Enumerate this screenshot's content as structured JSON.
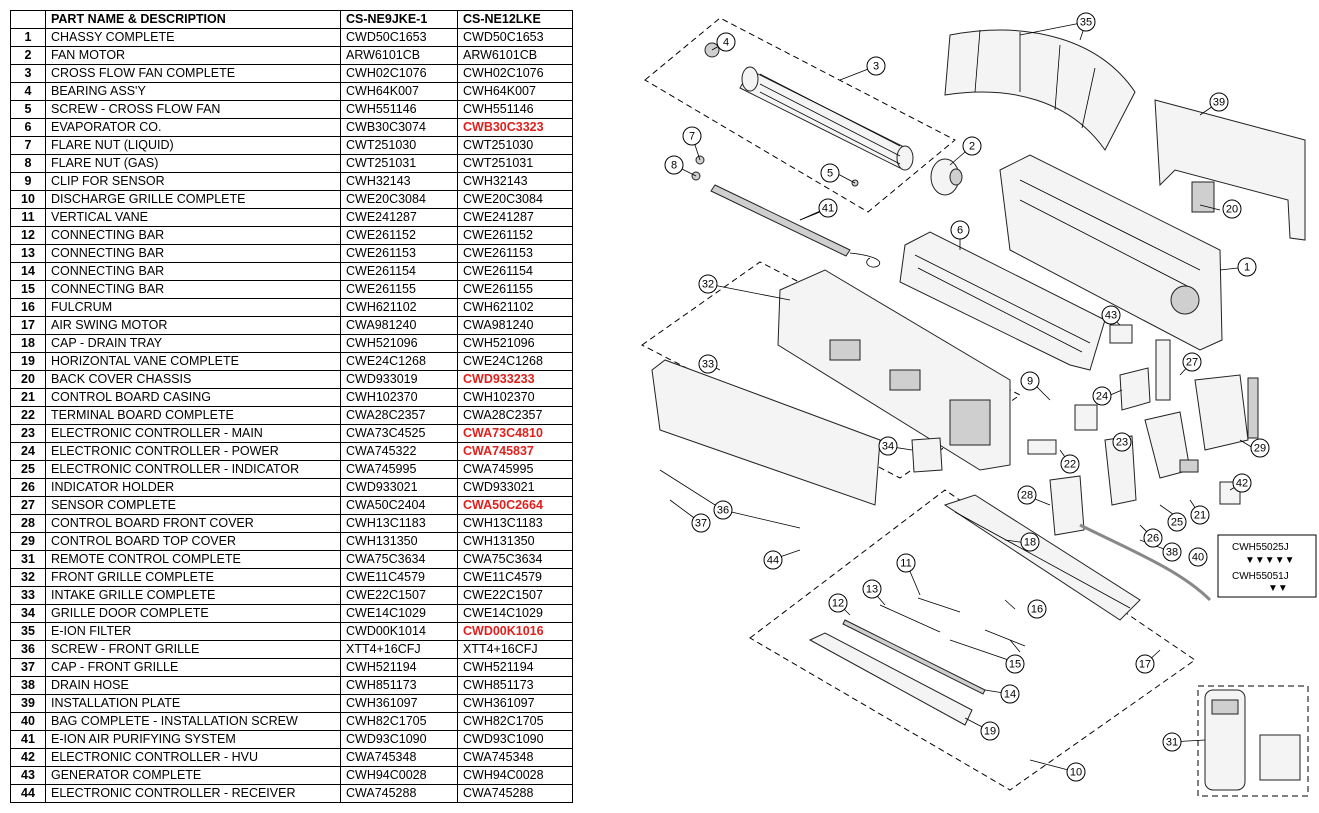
{
  "table": {
    "headers": [
      "",
      "PART NAME & DESCRIPTION",
      "CS-NE9JKE-1",
      "CS-NE12LKE"
    ],
    "rows": [
      {
        "no": "1",
        "name": "CHASSY COMPLETE",
        "a": "CWD50C1653",
        "b": "CWD50C1653",
        "changed": false
      },
      {
        "no": "2",
        "name": "FAN MOTOR",
        "a": "ARW6101CB",
        "b": "ARW6101CB",
        "changed": false
      },
      {
        "no": "3",
        "name": "CROSS FLOW FAN COMPLETE",
        "a": "CWH02C1076",
        "b": "CWH02C1076",
        "changed": false
      },
      {
        "no": "4",
        "name": "BEARING ASS'Y",
        "a": "CWH64K007",
        "b": "CWH64K007",
        "changed": false
      },
      {
        "no": "5",
        "name": "SCREW - CROSS FLOW FAN",
        "a": "CWH551146",
        "b": "CWH551146",
        "changed": false
      },
      {
        "no": "6",
        "name": "EVAPORATOR CO.",
        "a": "CWB30C3074",
        "b": "CWB30C3323",
        "changed": true
      },
      {
        "no": "7",
        "name": "FLARE NUT (LIQUID)",
        "a": "CWT251030",
        "b": "CWT251030",
        "changed": false
      },
      {
        "no": "8",
        "name": "FLARE NUT (GAS)",
        "a": "CWT251031",
        "b": "CWT251031",
        "changed": false
      },
      {
        "no": "9",
        "name": "CLIP FOR SENSOR",
        "a": "CWH32143",
        "b": "CWH32143",
        "changed": false
      },
      {
        "no": "10",
        "name": "DISCHARGE GRILLE COMPLETE",
        "a": "CWE20C3084",
        "b": "CWE20C3084",
        "changed": false
      },
      {
        "no": "11",
        "name": "VERTICAL VANE",
        "a": "CWE241287",
        "b": "CWE241287",
        "changed": false
      },
      {
        "no": "12",
        "name": "CONNECTING BAR",
        "a": "CWE261152",
        "b": "CWE261152",
        "changed": false
      },
      {
        "no": "13",
        "name": "CONNECTING BAR",
        "a": "CWE261153",
        "b": "CWE261153",
        "changed": false
      },
      {
        "no": "14",
        "name": "CONNECTING BAR",
        "a": "CWE261154",
        "b": "CWE261154",
        "changed": false
      },
      {
        "no": "15",
        "name": "CONNECTING BAR",
        "a": "CWE261155",
        "b": "CWE261155",
        "changed": false
      },
      {
        "no": "16",
        "name": "FULCRUM",
        "a": "CWH621102",
        "b": "CWH621102",
        "changed": false
      },
      {
        "no": "17",
        "name": "AIR SWING MOTOR",
        "a": "CWA981240",
        "b": "CWA981240",
        "changed": false
      },
      {
        "no": "18",
        "name": "CAP - DRAIN TRAY",
        "a": "CWH521096",
        "b": "CWH521096",
        "changed": false
      },
      {
        "no": "19",
        "name": "HORIZONTAL VANE COMPLETE",
        "a": "CWE24C1268",
        "b": "CWE24C1268",
        "changed": false
      },
      {
        "no": "20",
        "name": "BACK COVER CHASSIS",
        "a": "CWD933019",
        "b": "CWD933233",
        "changed": true
      },
      {
        "no": "21",
        "name": "CONTROL BOARD CASING",
        "a": "CWH102370",
        "b": "CWH102370",
        "changed": false
      },
      {
        "no": "22",
        "name": "TERMINAL BOARD COMPLETE",
        "a": "CWA28C2357",
        "b": "CWA28C2357",
        "changed": false
      },
      {
        "no": "23",
        "name": "ELECTRONIC CONTROLLER - MAIN",
        "a": "CWA73C4525",
        "b": "CWA73C4810",
        "changed": true
      },
      {
        "no": "24",
        "name": "ELECTRONIC CONTROLLER - POWER",
        "a": "CWA745322",
        "b": "CWA745837",
        "changed": true
      },
      {
        "no": "25",
        "name": "ELECTRONIC CONTROLLER - INDICATOR",
        "a": "CWA745995",
        "b": "CWA745995",
        "changed": false
      },
      {
        "no": "26",
        "name": "INDICATOR HOLDER",
        "a": "CWD933021",
        "b": "CWD933021",
        "changed": false
      },
      {
        "no": "27",
        "name": "SENSOR COMPLETE",
        "a": "CWA50C2404",
        "b": "CWA50C2664",
        "changed": true
      },
      {
        "no": "28",
        "name": "CONTROL BOARD FRONT COVER",
        "a": "CWH13C1183",
        "b": "CWH13C1183",
        "changed": false
      },
      {
        "no": "29",
        "name": "CONTROL BOARD TOP COVER",
        "a": "CWH131350",
        "b": "CWH131350",
        "changed": false
      },
      {
        "no": "31",
        "name": "REMOTE CONTROL COMPLETE",
        "a": "CWA75C3634",
        "b": "CWA75C3634",
        "changed": false
      },
      {
        "no": "32",
        "name": "FRONT GRILLE COMPLETE",
        "a": "CWE11C4579",
        "b": "CWE11C4579",
        "changed": false
      },
      {
        "no": "33",
        "name": "INTAKE GRILLE COMPLETE",
        "a": "CWE22C1507",
        "b": "CWE22C1507",
        "changed": false
      },
      {
        "no": "34",
        "name": "GRILLE DOOR COMPLETE",
        "a": "CWE14C1029",
        "b": "CWE14C1029",
        "changed": false
      },
      {
        "no": "35",
        "name": "E-ION FILTER",
        "a": "CWD00K1014",
        "b": "CWD00K1016",
        "changed": true
      },
      {
        "no": "36",
        "name": "SCREW - FRONT GRILLE",
        "a": "XTT4+16CFJ",
        "b": "XTT4+16CFJ",
        "changed": false
      },
      {
        "no": "37",
        "name": "CAP - FRONT GRILLE",
        "a": "CWH521194",
        "b": "CWH521194",
        "changed": false
      },
      {
        "no": "38",
        "name": "DRAIN HOSE",
        "a": "CWH851173",
        "b": "CWH851173",
        "changed": false
      },
      {
        "no": "39",
        "name": "INSTALLATION PLATE",
        "a": "CWH361097",
        "b": "CWH361097",
        "changed": false
      },
      {
        "no": "40",
        "name": "BAG COMPLETE - INSTALLATION SCREW",
        "a": "CWH82C1705",
        "b": "CWH82C1705",
        "changed": false
      },
      {
        "no": "41",
        "name": "E-ION AIR PURIFYING SYSTEM",
        "a": "CWD93C1090",
        "b": "CWD93C1090",
        "changed": false
      },
      {
        "no": "42",
        "name": "ELECTRONIC CONTROLLER - HVU",
        "a": "CWA745348",
        "b": "CWA745348",
        "changed": false
      },
      {
        "no": "43",
        "name": "GENERATOR COMPLETE",
        "a": "CWH94C0028",
        "b": "CWH94C0028",
        "changed": false
      },
      {
        "no": "44",
        "name": "ELECTRONIC CONTROLLER - RECEIVER",
        "a": "CWA745288",
        "b": "CWA745288",
        "changed": false
      }
    ]
  },
  "diagram": {
    "callouts": [
      "1",
      "2",
      "3",
      "4",
      "5",
      "6",
      "7",
      "8",
      "9",
      "10",
      "11",
      "12",
      "13",
      "14",
      "15",
      "16",
      "17",
      "18",
      "19",
      "20",
      "21",
      "22",
      "23",
      "24",
      "25",
      "26",
      "27",
      "28",
      "29",
      "31",
      "32",
      "33",
      "34",
      "35",
      "36",
      "37",
      "38",
      "39",
      "40",
      "41",
      "42",
      "43",
      "44"
    ],
    "screw_bag_labels": [
      "CWH55025J",
      "CWH55051J"
    ],
    "colors": {
      "changed": "#e0201c",
      "line": "#000000"
    }
  }
}
